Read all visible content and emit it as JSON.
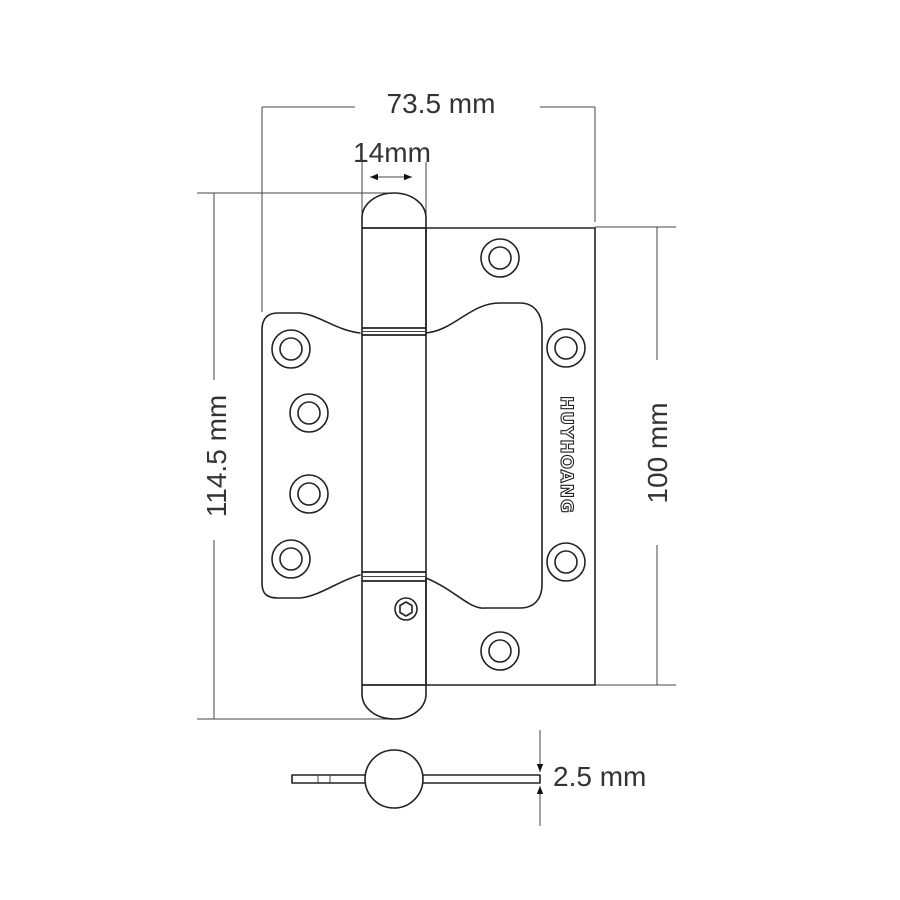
{
  "dimensions": {
    "overall_width": "73.5 mm",
    "barrel_diameter": "14mm",
    "overall_height": "114.5 mm",
    "leaf_height": "100 mm",
    "thickness": "2.5 mm"
  },
  "brand": "HUYHOANG",
  "colors": {
    "line": "#222222",
    "text": "#333333",
    "background": "#ffffff"
  }
}
